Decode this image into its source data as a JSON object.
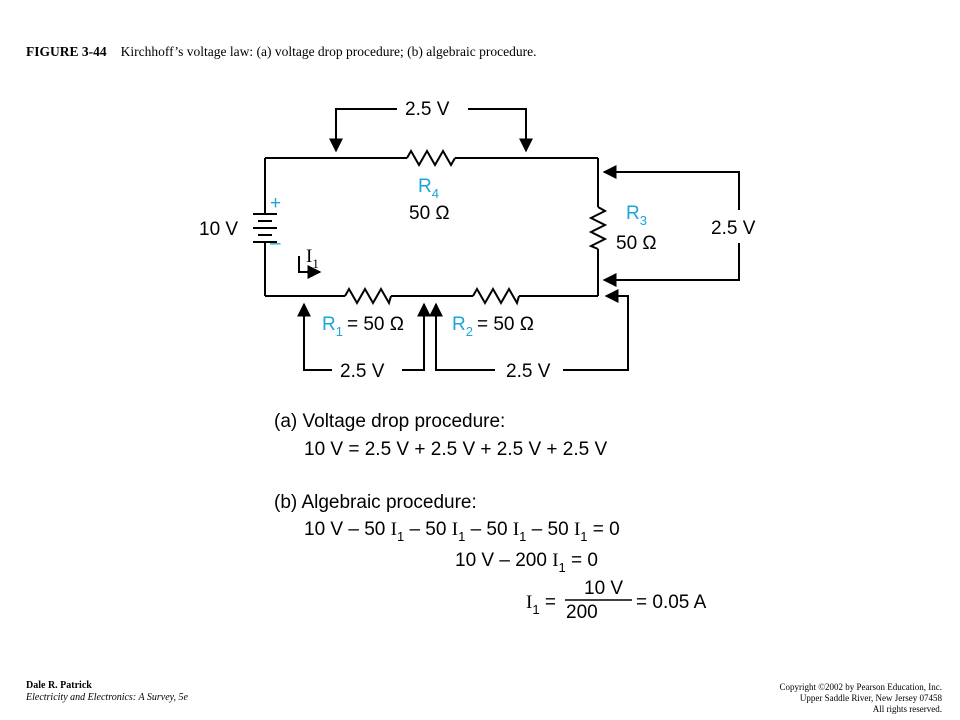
{
  "caption": {
    "figure": "FIGURE 3-44",
    "text": "Kirchhoff’s voltage law: (a) voltage drop procedure; (b) algebraic procedure."
  },
  "circuit": {
    "source": {
      "voltage": "10 V",
      "plus": "+",
      "minus": "–"
    },
    "current": {
      "symbol": "I",
      "sub": "1"
    },
    "r4": {
      "name": "R",
      "sub": "4",
      "value": "50 Ω",
      "drop": "2.5 V"
    },
    "r3": {
      "name": "R",
      "sub": "3",
      "value": "50 Ω",
      "drop": "2.5 V"
    },
    "r1": {
      "name": "R",
      "sub": "1",
      "value": "= 50 Ω",
      "drop": "2.5 V"
    },
    "r2": {
      "name": "R",
      "sub": "2",
      "value": "= 50 Ω",
      "drop": "2.5 V"
    }
  },
  "procedures": {
    "a": {
      "title": "(a) Voltage drop procedure:",
      "equation": "10 V = 2.5 V + 2.5 V + 2.5 V + 2.5 V"
    },
    "b": {
      "title": "(b) Algebraic procedure:",
      "line1": {
        "p1": "10 V – 50 ",
        "p2": " – 50 ",
        "p3": " – 50 ",
        "p4": " – 50 ",
        "p5": " = 0"
      },
      "line2": {
        "p1": "10 V – 200 ",
        "p2": " = 0"
      },
      "line3": {
        "lhs_eq": " = ",
        "numerator": "10 V",
        "denominator": "200",
        "result": "= 0.05 A"
      },
      "var": "I",
      "var_sub": "1"
    }
  },
  "footer": {
    "author": "Dale R. Patrick",
    "book": "Electricity and Electronics: A Survey, 5e",
    "copyright": "Copyright ©2002 by Pearson Education, Inc.",
    "address": "Upper Saddle River, New Jersey 07458",
    "rights": "All rights reserved."
  }
}
